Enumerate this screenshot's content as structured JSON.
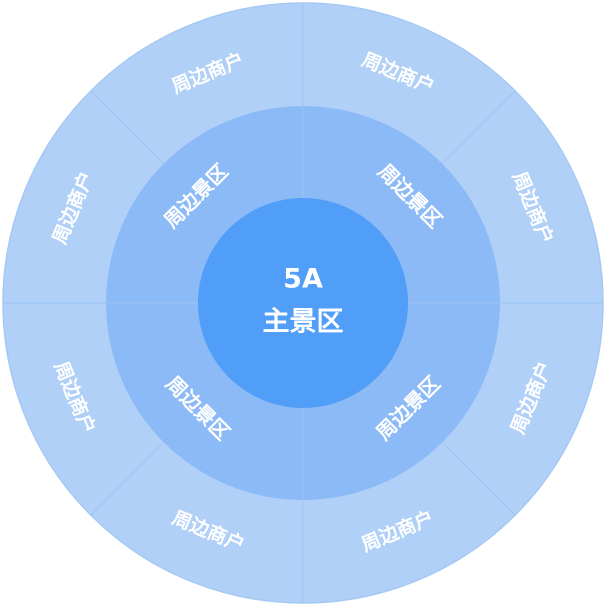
{
  "center": {
    "line1": "5A",
    "line2": "主景区"
  },
  "inner_ring": {
    "labels": [
      "周边景区",
      "周边景区",
      "周边景区",
      "周边景区"
    ]
  },
  "outer_ring": {
    "labels": [
      "周边商户",
      "周边商户",
      "周边商户",
      "周边商户",
      "周边商户",
      "周边商户",
      "周边商户",
      "周边商户"
    ]
  },
  "colors": {
    "outer_ring": "#b0d0f8",
    "inner_ring": "#8cbaf6",
    "center": "#519ef9",
    "divider": "#9cc3f3",
    "outline": "#a6c9f3"
  }
}
